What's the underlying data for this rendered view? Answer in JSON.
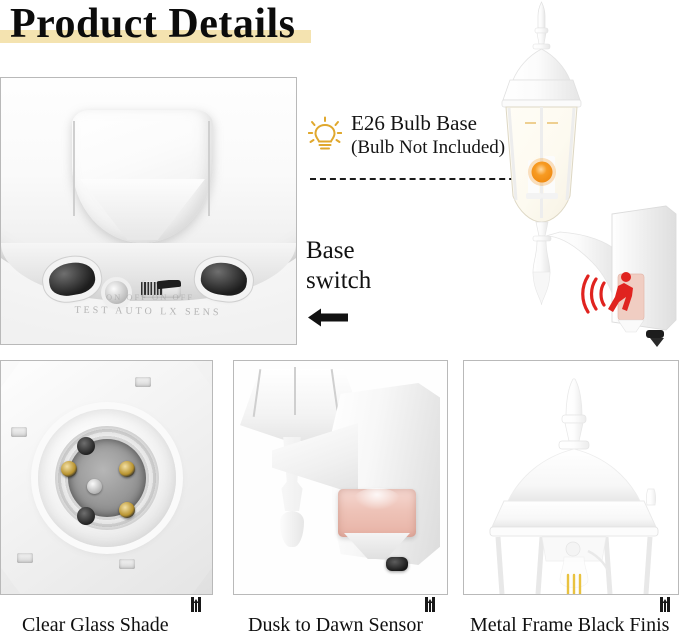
{
  "title": {
    "text": "Product Details",
    "highlight_color": "#f4e3b0"
  },
  "callouts": {
    "bulb": {
      "icon": "lightbulb-icon",
      "line1": "E26 Bulb Base",
      "line2": "(Bulb Not Included)",
      "accent_color": "#e0a82e",
      "marker_color": "#f59b2a"
    },
    "base_switch": {
      "line1": "Base",
      "line2": "switch",
      "arrow": "arrow-left-icon"
    }
  },
  "photos": {
    "top_left": {
      "name": "sensor-base-switches-photo",
      "embossed_text_upper": "ON  OFF        ON  OFF",
      "embossed_text_lower": "TEST  AUTO  LX  SENS"
    },
    "lamp": {
      "name": "wall-lantern-photo",
      "motion_icon": "motion-sensor-icon",
      "motion_icon_color": "#e0231f"
    },
    "bottom_1": {
      "name": "e26-socket-photo"
    },
    "bottom_2": {
      "name": "dusk-to-dawn-sensor-photo"
    },
    "bottom_3": {
      "name": "lantern-crown-photo"
    }
  },
  "feature_labels": [
    {
      "text": "Clear Glass Shade",
      "marker": "pin-marker-icon"
    },
    {
      "text": "Dusk to Dawn Sensor",
      "marker": "pin-marker-icon"
    },
    {
      "text": "Metal Frame Black Finis",
      "marker": "pin-marker-icon"
    }
  ]
}
